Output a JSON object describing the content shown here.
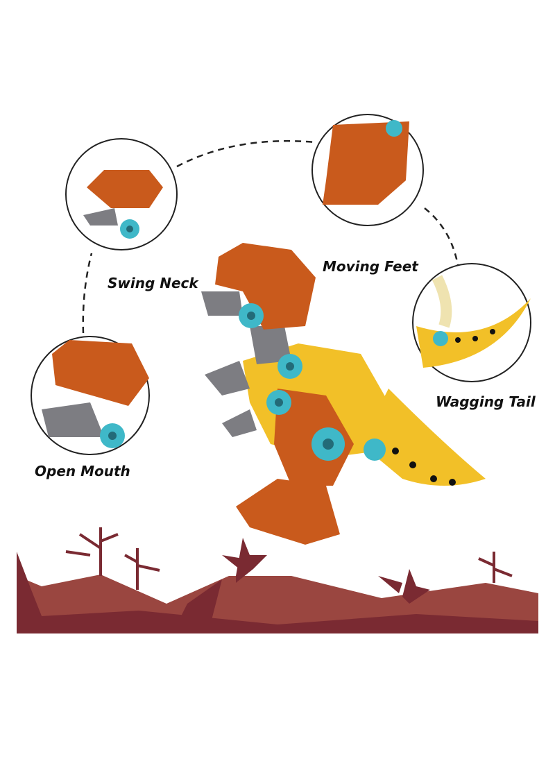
{
  "features": [
    {
      "label": "Swing Neck"
    },
    {
      "label": "Moving Feet"
    },
    {
      "label": "Wagging Tail"
    },
    {
      "label": "Open Mouth"
    }
  ],
  "colors": {
    "dino_orange": "#c95a1c",
    "dino_yellow": "#f2c028",
    "screw_teal": "#3fb8c8",
    "gray_part": "#7d7d82",
    "ground_light": "#9a4640",
    "ground_dark": "#7a2a32"
  }
}
